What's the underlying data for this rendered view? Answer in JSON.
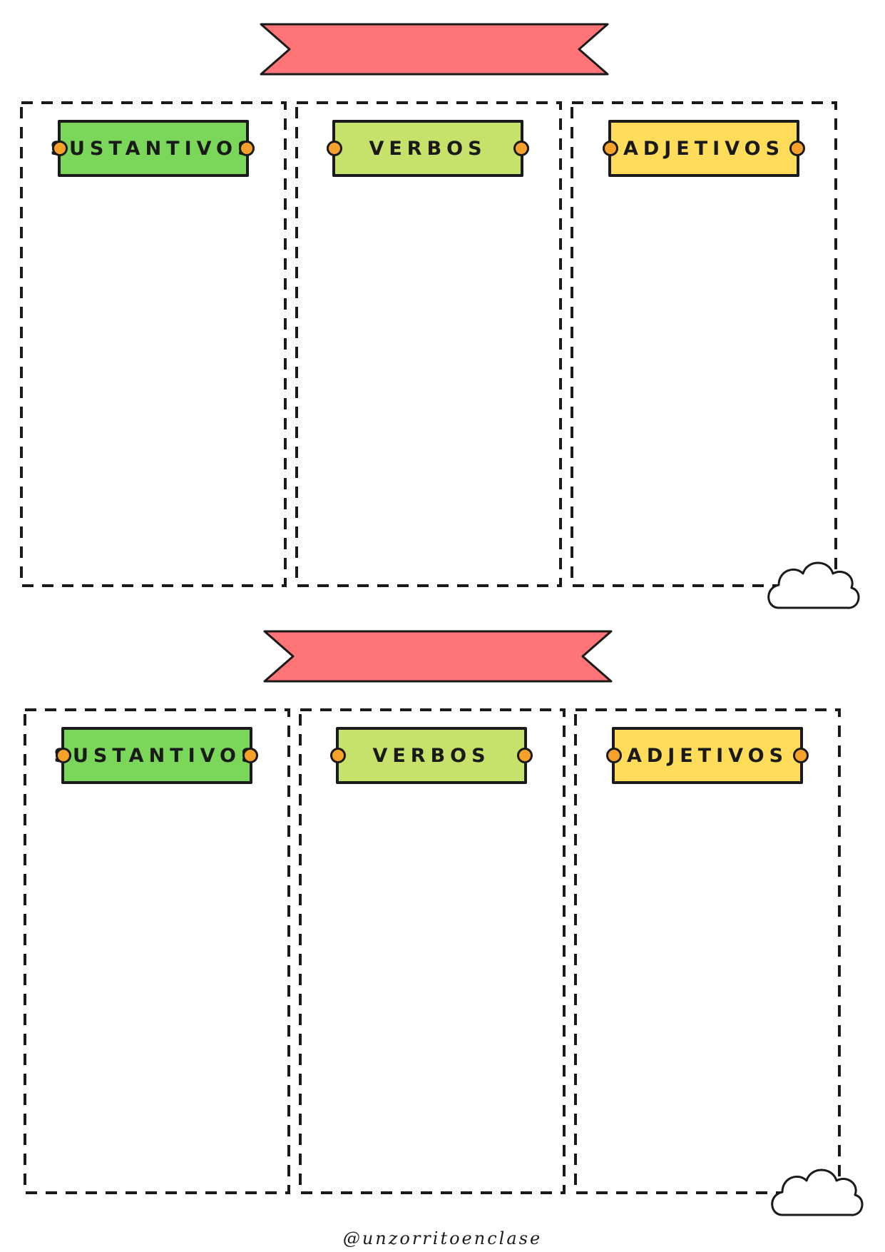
{
  "colors": {
    "banner": "#ff7577",
    "sustantivos": "#7bd75a",
    "verbos": "#c6e26a",
    "adjetivos": "#ffdd5a",
    "dot": "#f6a22a",
    "line": "#1a1a1a"
  },
  "sections": [
    {
      "labels": {
        "sustantivos": "SUSTANTIVOS",
        "verbos": "VERBOS",
        "adjetivos": "ADJETIVOS"
      }
    },
    {
      "labels": {
        "sustantivos": "SUSTANTIVOS",
        "verbos": "VERBOS",
        "adjetivos": "ADJETIVOS"
      }
    }
  ],
  "footer": {
    "handle": "@unzorritoenclase"
  }
}
